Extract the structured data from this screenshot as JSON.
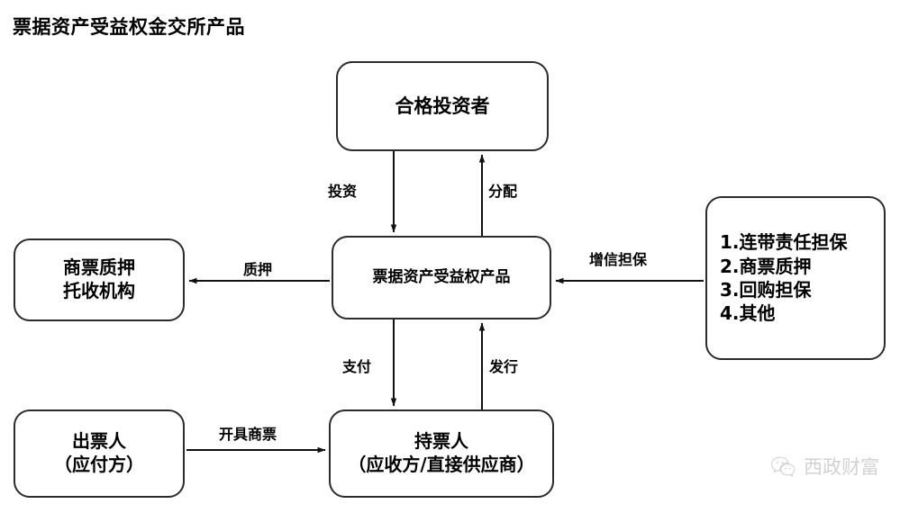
{
  "title": "票据资产受益权金交所产品",
  "nodes": {
    "investor": "合格投资者",
    "product": "票据资产受益权产品",
    "pledge_agency": "商票质押\n托收机构",
    "guarantee_list": "1.连带责任担保\n2.商票质押\n3.回购担保\n4.其他",
    "drawer": "出票人\n（应付方）",
    "holder": "持票人\n（应收方/直接供应商）"
  },
  "edge_labels": {
    "invest": "投资",
    "distribute": "分配",
    "pledge": "质押",
    "credit_enhancement": "增信担保",
    "payment": "支付",
    "issue": "发行",
    "issue_bill": "开具商票"
  },
  "watermark": {
    "icon": "wechat-icon",
    "text": "西政财富"
  },
  "colors": {
    "stroke": "#2b2b2b",
    "text": "#000000",
    "background": "#ffffff",
    "watermark": "#d2d2d2"
  }
}
